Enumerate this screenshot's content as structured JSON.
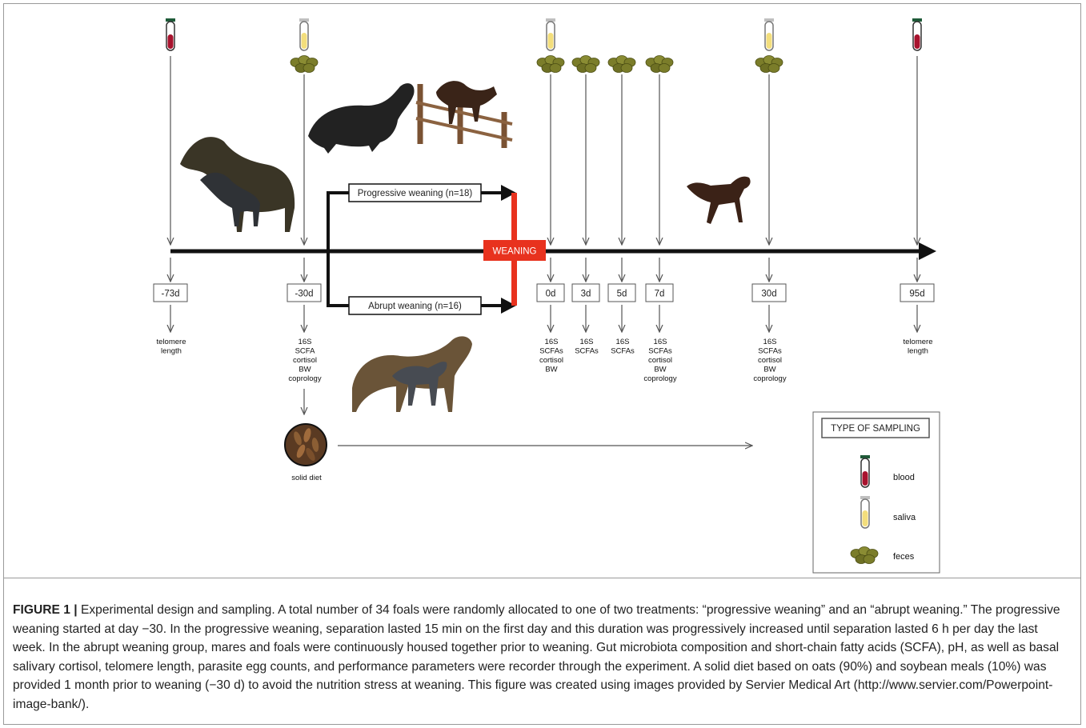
{
  "timepoints": [
    {
      "id": "m73",
      "label": "-73d",
      "measures": [
        "telomere",
        "length"
      ],
      "samples": [
        "blood"
      ]
    },
    {
      "id": "m30",
      "label": "-30d",
      "measures": [
        "16S",
        "SCFA",
        "cortisol",
        "BW",
        "coprology"
      ],
      "samples": [
        "saliva",
        "feces"
      ]
    },
    {
      "id": "d0",
      "label": "0d",
      "measures": [
        "16S",
        "SCFAs",
        "cortisol",
        "BW"
      ],
      "samples": [
        "saliva",
        "feces"
      ]
    },
    {
      "id": "d3",
      "label": "3d",
      "measures": [
        "16S",
        "SCFAs"
      ],
      "samples": [
        "feces"
      ]
    },
    {
      "id": "d5",
      "label": "5d",
      "measures": [
        "16S",
        "SCFAs"
      ],
      "samples": [
        "feces"
      ]
    },
    {
      "id": "d7",
      "label": "7d",
      "measures": [
        "16S",
        "SCFAs",
        "cortisol",
        "BW",
        "coprology"
      ],
      "samples": [
        "feces"
      ]
    },
    {
      "id": "d30",
      "label": "30d",
      "measures": [
        "16S",
        "SCFAs",
        "cortisol",
        "BW",
        "coprology"
      ],
      "samples": [
        "saliva",
        "feces"
      ]
    },
    {
      "id": "d95",
      "label": "95d",
      "measures": [
        "telomere",
        "length"
      ],
      "samples": [
        "blood"
      ]
    }
  ],
  "branches": {
    "progressive": "Progressive weaning (n=18)",
    "abrupt": "Abrupt weaning (n=16)"
  },
  "weaning_label": "WEANING",
  "solid_diet_label": "solid diet",
  "legend": {
    "title": "TYPE OF SAMPLING",
    "items": [
      {
        "type": "blood",
        "label": "blood"
      },
      {
        "type": "saliva",
        "label": "saliva"
      },
      {
        "type": "feces",
        "label": "feces"
      }
    ]
  },
  "colors": {
    "weaning": "#e8321e",
    "blood": "#a8132e",
    "saliva": "#f3de7c",
    "feces": "#7b7d2a",
    "line": "#111111"
  },
  "caption": {
    "lead": "FIGURE 1 |",
    "text": "Experimental design and sampling. A total number of 34 foals were randomly allocated to one of two treatments: “progressive weaning” and an “abrupt weaning.” The progressive weaning started at day −30. In the progressive weaning, separation lasted 15 min on the first day and this duration was progressively increased until separation lasted 6 h per day the last week. In the abrupt weaning group, mares and foals were continuously housed together prior to weaning. Gut microbiota composition and short-chain fatty acids (SCFA), pH, as well as basal salivary cortisol, telomere length, parasite egg counts, and performance parameters were recorder through the experiment. A solid diet based on oats (90%) and soybean meals (10%) was provided 1 month prior to weaning (−30 d) to avoid the nutrition stress at weaning. This figure was created using images provided by Servier Medical Art (http://www.servier.com/Powerpoint-image-bank/)."
  }
}
